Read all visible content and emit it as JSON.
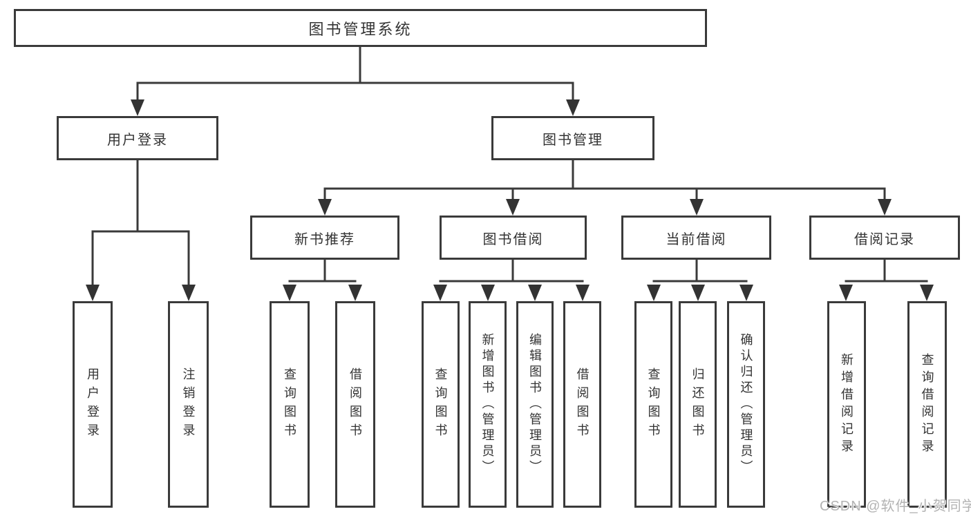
{
  "colors": {
    "background": "#ffffff",
    "line": "#3a3a3a",
    "text": "#333333",
    "watermark": "#b3b3b3"
  },
  "watermark": {
    "text": "CSDN @软件_小贺同学"
  },
  "tree": {
    "root": {
      "label": "图书管理系统"
    },
    "branches": [
      {
        "label": "用户登录",
        "children": [
          "用户登录",
          "注销登录"
        ]
      },
      {
        "label": "图书管理",
        "children": [
          {
            "label": "新书推荐",
            "children": [
              "查询图书",
              "借阅图书"
            ]
          },
          {
            "label": "图书借阅",
            "children": [
              "查询图书",
              "新增图书（管理员）",
              "编辑图书（管理员）",
              "借阅图书"
            ]
          },
          {
            "label": "当前借阅",
            "children": [
              "查询图书",
              "归还图书",
              "确认归还（管理员）"
            ]
          },
          {
            "label": "借阅记录",
            "children": [
              "新增借阅记录",
              "查询借阅记录"
            ]
          }
        ]
      }
    ]
  }
}
